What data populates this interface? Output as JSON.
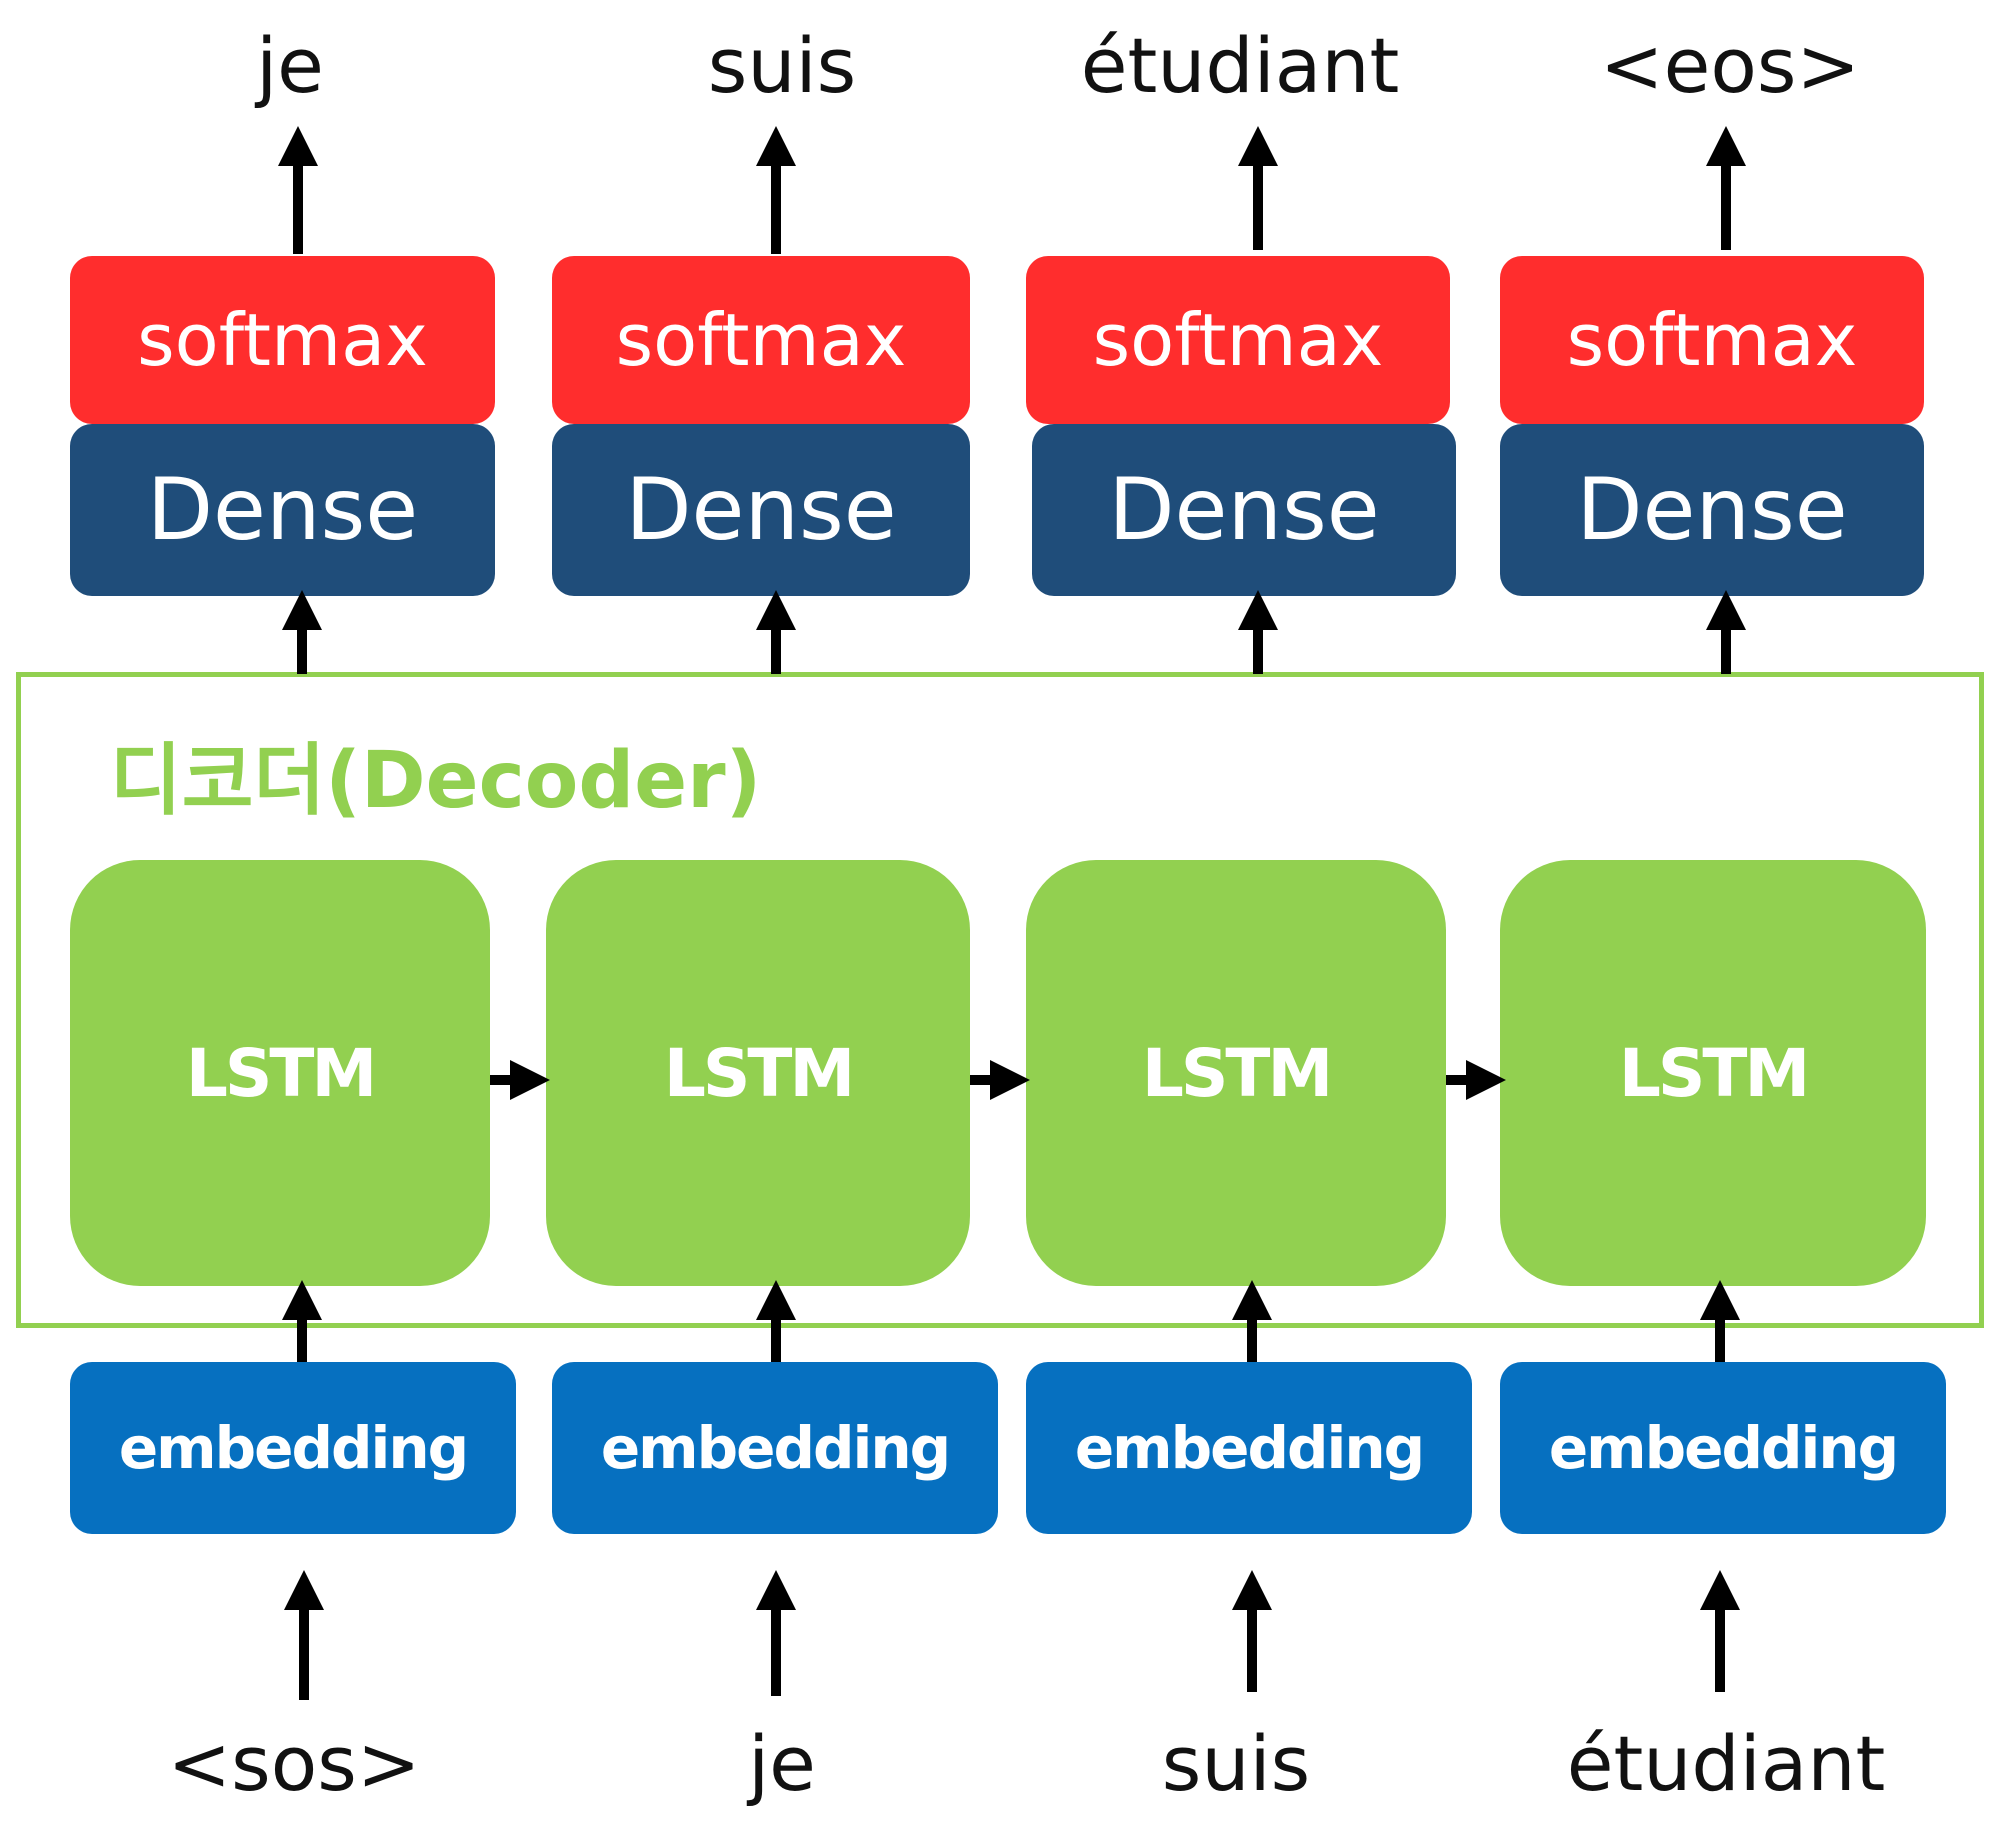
{
  "decoder": {
    "title": "디코더(Decoder)"
  },
  "steps": [
    {
      "output": "je",
      "softmax": "softmax",
      "dense": "Dense",
      "lstm": "LSTM",
      "embedding": "embedding",
      "input": "<sos>"
    },
    {
      "output": "suis",
      "softmax": "softmax",
      "dense": "Dense",
      "lstm": "LSTM",
      "embedding": "embedding",
      "input": "je"
    },
    {
      "output": "étudiant",
      "softmax": "softmax",
      "dense": "Dense",
      "lstm": "LSTM",
      "embedding": "embedding",
      "input": "suis"
    },
    {
      "output": "<eos>",
      "softmax": "softmax",
      "dense": "Dense",
      "lstm": "LSTM",
      "embedding": "embedding",
      "input": "étudiant"
    }
  ],
  "colors": {
    "softmax": "#ff2d2d",
    "dense": "#1f4d7a",
    "lstm": "#92d050",
    "embedding": "#0670c0",
    "decoder_frame": "#92d050"
  }
}
